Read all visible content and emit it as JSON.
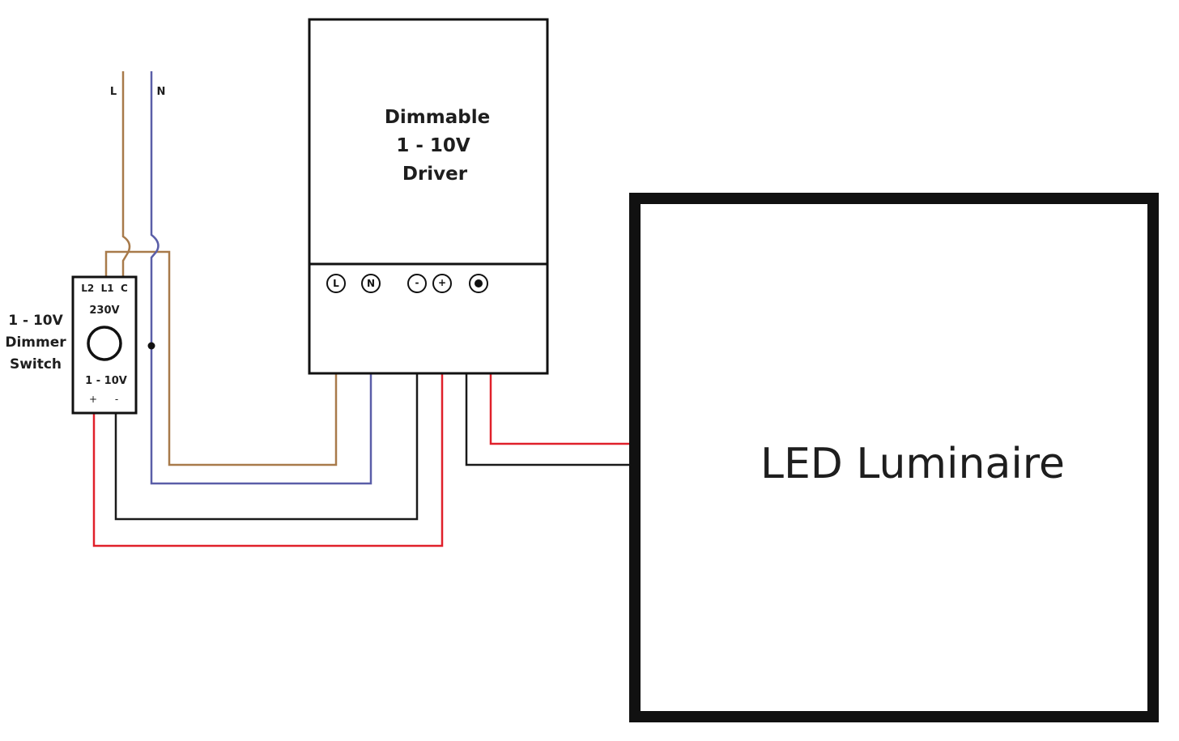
{
  "supply": {
    "live_label": "L",
    "neutral_label": "N"
  },
  "dimmer": {
    "side_label_line1": "1 - 10V",
    "side_label_line2": "Dimmer",
    "side_label_line3": "Switch",
    "terminals_top": "L2  L1  C",
    "rating": "230V",
    "control_label": "1 - 10V",
    "plus": "+",
    "minus": "-"
  },
  "driver": {
    "title_line1": "Dimmable",
    "title_line2": "1 - 10V",
    "title_line3": "Driver",
    "terminal_L": "L",
    "terminal_N": "N",
    "terminal_minus": "-",
    "terminal_plus": "+"
  },
  "luminaire": {
    "label": "LED Luminaire"
  },
  "colors": {
    "live": "#a87a4a",
    "neutral": "#5a5ea8",
    "red": "#e0202a",
    "black": "#1a1a1a"
  }
}
